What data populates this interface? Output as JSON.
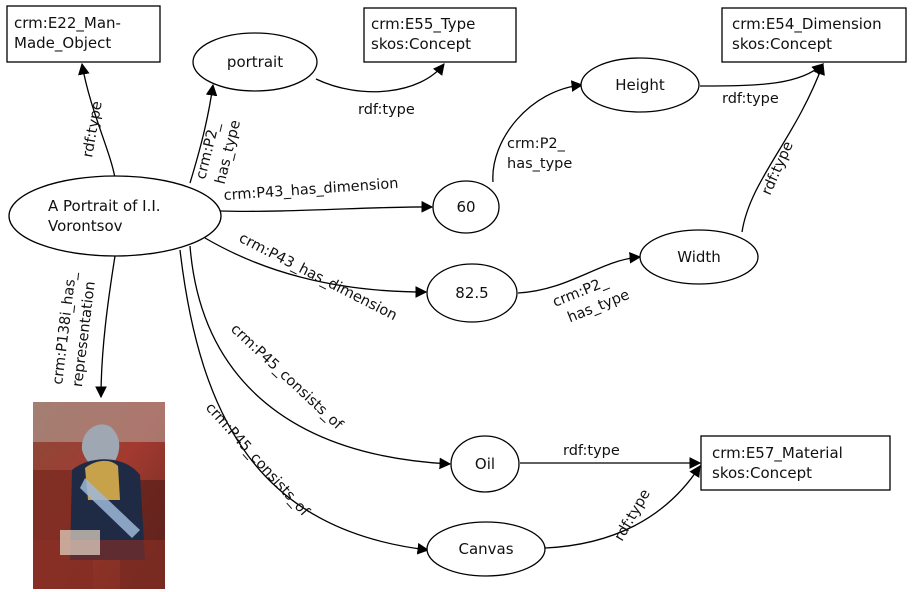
{
  "nodes": {
    "e22": {
      "lines": [
        "crm:E22_Man-",
        "Made_Object"
      ]
    },
    "e55": {
      "lines": [
        "crm:E55_Type",
        "skos:Concept"
      ]
    },
    "e54": {
      "lines": [
        "crm:E54_Dimension",
        "skos:Concept"
      ]
    },
    "e57": {
      "lines": [
        "crm:E57_Material",
        "skos:Concept"
      ]
    },
    "portrait_type": {
      "lines": [
        "portrait"
      ]
    },
    "main": {
      "lines": [
        "A Portrait of I.I.",
        "Vorontsov"
      ]
    },
    "height": {
      "lines": [
        "Height"
      ]
    },
    "width": {
      "lines": [
        "Width"
      ]
    },
    "v60": {
      "lines": [
        "60"
      ]
    },
    "v825": {
      "lines": [
        "82.5"
      ]
    },
    "oil": {
      "lines": [
        "Oil"
      ]
    },
    "canvas": {
      "lines": [
        "Canvas"
      ]
    }
  },
  "edges": {
    "main_e22": {
      "lines": [
        "rdf:type"
      ]
    },
    "main_portrait": {
      "lines": [
        "crm:P2_",
        "has_type"
      ]
    },
    "portrait_e55": {
      "lines": [
        "rdf:type"
      ]
    },
    "main_60": {
      "lines": [
        "crm:P43_has_dimension"
      ]
    },
    "main_825": {
      "lines": [
        "crm:P43_has_dimension"
      ]
    },
    "v60_height": {
      "lines": [
        "crm:P2_",
        "has_type"
      ]
    },
    "height_e54": {
      "lines": [
        "rdf:type"
      ]
    },
    "v825_width": {
      "lines": [
        "crm:P2_",
        "has_type"
      ]
    },
    "width_e54": {
      "lines": [
        "rdf:type"
      ]
    },
    "main_oil": {
      "lines": [
        "crm:P45_consists_of"
      ]
    },
    "main_canvas": {
      "lines": [
        "crm:P45_consists_of"
      ]
    },
    "oil_e57": {
      "lines": [
        "rdf:type"
      ]
    },
    "canvas_e57": {
      "lines": [
        "rdf:type"
      ]
    },
    "main_image": {
      "lines": [
        "crm:P138i_has_",
        "representation"
      ]
    }
  },
  "image": {
    "alt": "painting-thumbnail"
  }
}
